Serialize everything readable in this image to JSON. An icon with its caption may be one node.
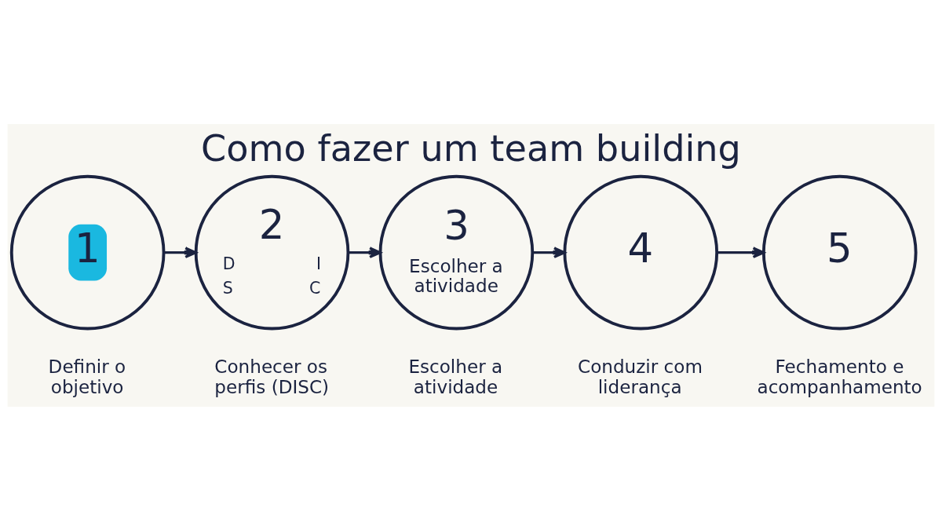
{
  "diagram": {
    "title": "Como fazer um team building",
    "nodes": [
      {
        "text": [
          "1"
        ],
        "beside": [
          "Definir o objetivo"
        ]
      },
      {
        "text": [
          "2",
          "D",
          "I",
          "S",
          "C"
        ],
        "beside": [
          "Conhecer os perfis (DISC)"
        ]
      },
      {
        "text": [
          "3",
          "Escolher a atividade"
        ],
        "beside": [
          "Escolher a atividade"
        ]
      },
      {
        "text": [
          "4"
        ],
        "beside": [
          "Conduzir com liderança"
        ]
      },
      {
        "text": [
          "5"
        ],
        "beside": [
          "Fechamento e acompanhamento"
        ]
      }
    ],
    "edges": [
      {
        "from": 0,
        "to": 1,
        "arrow": "to"
      },
      {
        "from": 1,
        "to": 2,
        "arrow": "to"
      },
      {
        "from": 2,
        "to": 3,
        "arrow": "to"
      },
      {
        "from": 3,
        "to": 4,
        "arrow": "to"
      }
    ]
  }
}
